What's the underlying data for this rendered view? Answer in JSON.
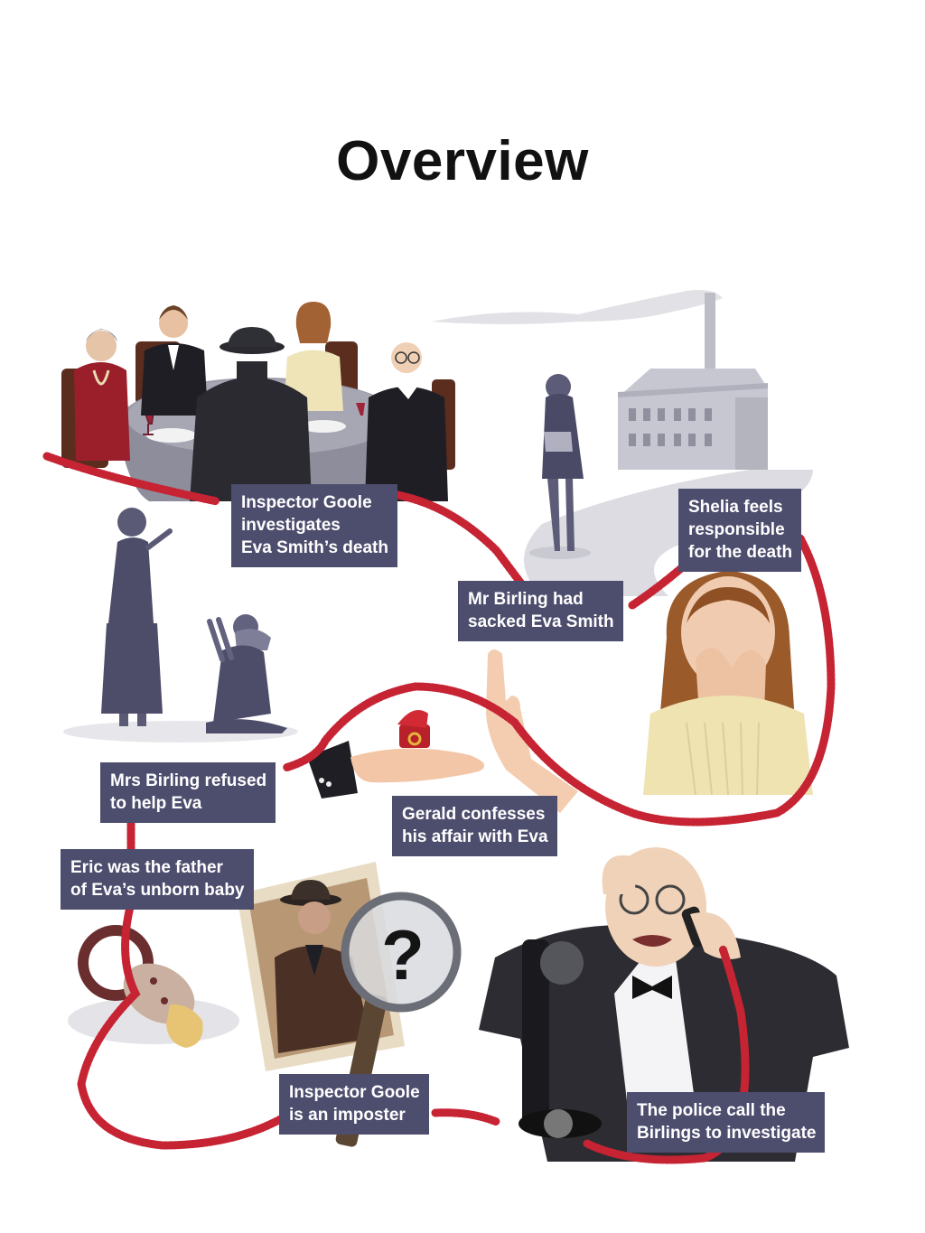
{
  "title": "Overview",
  "colors": {
    "callout_bg": "#4d4d6e",
    "cord": "#c62333",
    "background": "#ffffff"
  },
  "callouts": [
    {
      "id": "goole-investigates",
      "text": "Inspector Goole\ninvestigates\nEva Smith’s death"
    },
    {
      "id": "birling-sacked",
      "text": "Mr Birling had\nsacked Eva Smith"
    },
    {
      "id": "sheila-responsible",
      "text": "Shelia feels\nresponsible\nfor the death"
    },
    {
      "id": "mrs-birling-refused",
      "text": "Mrs Birling refused\nto help Eva"
    },
    {
      "id": "gerald-confesses",
      "text": "Gerald confesses\nhis affair with Eva"
    },
    {
      "id": "eric-father",
      "text": "Eric was the father\nof Eva’s unborn baby"
    },
    {
      "id": "goole-imposter",
      "text": "Inspector Goole\nis an imposter"
    },
    {
      "id": "police-call",
      "text": "The police call the\nBirlings to investigate"
    }
  ],
  "illustrations": [
    "dinner-party-scene",
    "factory",
    "eva-smith-figure",
    "sheila-crying",
    "mrs-birling-and-eva",
    "ring-box-offer",
    "refusing-hand",
    "baby-pacifier",
    "inspector-photo",
    "magnifying-glass",
    "mr-birling-telephone"
  ]
}
